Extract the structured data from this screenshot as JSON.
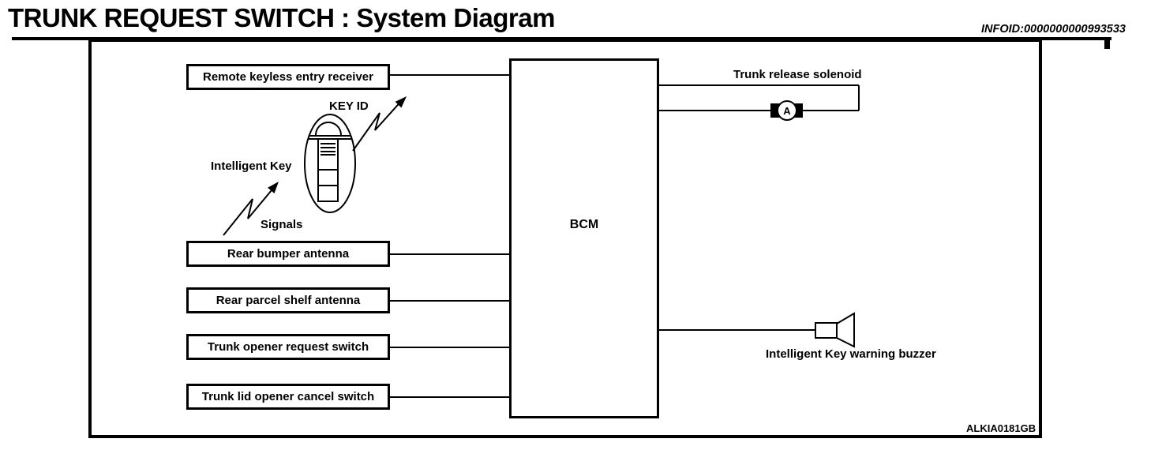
{
  "page": {
    "title": "TRUNK REQUEST SWITCH : System Diagram",
    "infoid": "INFOID:0000000000993533"
  },
  "diagram": {
    "figure_code": "ALKIA0181GB",
    "bcm_label": "BCM",
    "input_boxes": [
      {
        "label": "Remote keyless entry receiver"
      },
      {
        "label": "Rear bumper antenna"
      },
      {
        "label": "Rear parcel shelf antenna"
      },
      {
        "label": "Trunk opener request switch"
      },
      {
        "label": "Trunk lid opener cancel switch"
      }
    ],
    "key": {
      "key_id_label": "KEY ID",
      "intelligent_key_label": "Intelligent Key",
      "signals_label": "Signals"
    },
    "outputs": {
      "solenoid_label": "Trunk release solenoid",
      "solenoid_symbol_letter": "A",
      "buzzer_label": "Intelligent Key warning buzzer"
    }
  },
  "colors": {
    "ink": "#000000",
    "background": "#ffffff"
  }
}
